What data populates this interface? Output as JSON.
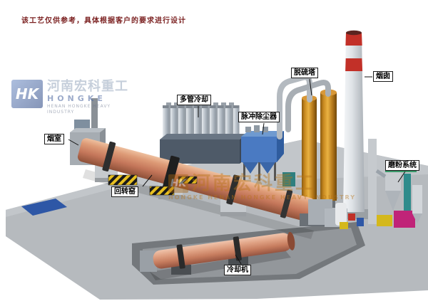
{
  "disclaimer": "该工艺仅供参考，具体根据客户的要求进行设计",
  "watermark": {
    "logo": "HK",
    "company_cn": "河南宏科重工",
    "brand_en": "HONGKE",
    "company_en": "HENAN HONGKE HEAVY INDUSTRY",
    "center_en": "HONGKE  HENAN HONGKE HEAVY INDUSTRY"
  },
  "labels": {
    "smoke_chamber": "烟室",
    "rotary_kiln": "回转窑",
    "multi_tube_cooler": "多管冷却",
    "pulse_dust_collector": "脉冲除尘器",
    "desulfurization_tower": "脱硫塔",
    "chimney": "烟囱",
    "grinding_system": "磨粉系统",
    "cooling_machine": "冷却机"
  },
  "colors": {
    "kiln_body": "#c4765a",
    "dust_collector_blue": "#4a7ac2",
    "desulfur_tower_orange": "#c8861f",
    "chimney_band_red": "#c23028",
    "ground_gray": "#b6babe",
    "hazard_yellow": "#e8c020",
    "watermark_orange": "#b87418",
    "logo_blue": "#24407e",
    "disclaimer_red": "#7a1f1f"
  }
}
